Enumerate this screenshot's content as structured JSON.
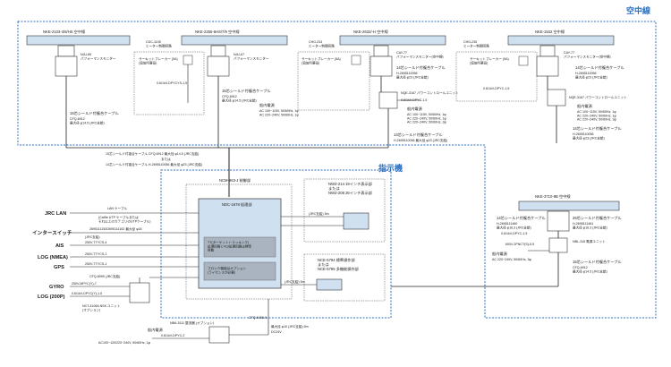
{
  "regions": {
    "aerial": "空中線",
    "display": "指示機"
  },
  "antennas": [
    {
      "title": "NKE-2103-4/6/HS 空中線",
      "monitor": "NJU-65\nパフォーマンスモニター",
      "cable": "15芯シールド付複合ケーブル",
      "cable_spec": "CFQ-6912\n最大径 φ14.5 (JRC支給)"
    },
    {
      "title": "NKE-2255-6HS/7/9 空中線",
      "heater": "CDC-1105\nヒーター制御回路",
      "monitor": "NJU-67\nパフォーマンスモニター",
      "breaker": "サーキットブレーカー (5A)\n(追加所要品)",
      "cable": "15芯シールド付複合ケーブル",
      "cable_spec": "CFQ-6912\n最大径 φ14.5 (JRC支給)",
      "power_cable": "0.6/1kV-DPYCYS-1.5",
      "power_label": "船内電源",
      "power_spec": "AC 100~115V, 50/60Hz, 1φ\nAC 220~240V, 50/60Hz, 1φ"
    },
    {
      "title": "NKE-2632/-H 空中線",
      "heater": "CHG-234\nヒーター制御回路",
      "monitor": "CAY-77\nパフォーマンスモニター(空中線)",
      "breaker": "サーキットブレーカー (5A)\n(追加所要品)",
      "cable": "14芯シールド付複合ケーブル",
      "cable_spec": "H-2695110056\n最大径 φ23 (JRC支給)",
      "pcu": "NQE-3167 パワーコントロールユニット",
      "power_cable": "0.6/1kV-DPYC-1.5",
      "power_label": "船内電源",
      "power_spec": "AC 100~115V, 50/60Hz, 1φ\nAC 220~240V, 50/60Hz, 1φ\nAC 220~240V, 50/60Hz, 3φ",
      "cable2": "14芯シールド付複合ケーブル",
      "cable2_spec": "H-2695110056 最大径 φ23 (JRC支給)"
    },
    {
      "title": "NKE-1532 空中線",
      "heater": "CHG-235\nヒーター制御回路",
      "monitor": "CAY-77\nパフォーマンスモニター(空中線)",
      "breaker": "サーキットブレーカー (5A)\n(追加所要品)",
      "cable": "14芯シールド付複合ケーブル",
      "cable_spec": "H-2695110056\n最大径 φ23 (JRC支給)",
      "pcu": "NQE-3167 パワーコントロールユニット",
      "power_cable": "0.6/1kV-DPYC-1.5",
      "power_label": "船内電源",
      "power_spec": "AC 100~115V, 50/60Hz, 1φ\nAC 220~240V, 50/60Hz, 1φ\nAC 220~240V, 50/60Hz, 3φ",
      "cable2": "14芯シールド付複合ケーブル",
      "cable2_spec": "H-2695110056\n最大径 φ23 (JRC支給)"
    },
    {
      "title": "NKE-3710-9B 空中線",
      "cable": "14芯シールド付複合ケーブル",
      "cable_spec": "H-2695111460\n最大径 φ16.3 (JRC支給)",
      "cable_b": "26芯シールド付複合ケーブル",
      "cable_b_spec": "H-2695111461\n最大径 φ16.3 (JRC支給)",
      "power_cable": "0.6/1kV-DPYC-1.5",
      "psu": "NBL-315 電源ユニット",
      "psu_cable": "600V-2PNCT(S)-5.5",
      "power_label": "船内電源",
      "power_spec": "AC 220~240V, 50/60Hz, 3φ",
      "cable_c": "15芯シールド付複合ケーブル",
      "cable_c_spec": "CFQ-6912\n最大径 φ14.5 (JRC支給)"
    }
  ],
  "trunk": {
    "line1": "15芯シールド付複合ケーブル CFQ-6912 最大径 φ14.5 (JRC支給)",
    "line2": "または",
    "line3": "14芯シールド付複合ケーブル H-2695110056 最大径 φ23 (JRC支給)"
  },
  "display": {
    "control_unit": "NCM-963-J 制御部",
    "processor": "NDC-1678 処理部",
    "tt_text": "TT(ターゲットトラッキング)\n処理回路と413処理回路は標準\n搭載",
    "option_text": "ブロック機能はオプション\n(ライセンスが必要)",
    "monitor_19": "NWZ-214 19インチ表示部\nまたは\nNWZ-208 26インチ表示部",
    "monitor_cable": "(JRC支給) 5m",
    "operation": "NCE-5794 標準操作部\nまたは\nNCE-5795 多機能操作部",
    "operation_cable": "(JRC支給) 5m"
  },
  "inputs": [
    {
      "name": "JRC LAN",
      "cable": "LAN ケーブル",
      "spec": ""
    },
    {
      "name": "インタースイッチ",
      "cable": "(Cat5e UTP ケーブルまたは\nそれ以上のカテゴリのUTPケーブル)",
      "spec": "2695111153/2695111162  最大径 φ18"
    },
    {
      "name": "AIS",
      "cable": "(JRC支給)",
      "spec": "250V-TTYCS-4"
    },
    {
      "name": "LOG (NMEA)",
      "cable": "250V-TTYCS-1",
      "spec": ""
    },
    {
      "name": "GPS",
      "cable": "250V-TTYCS-1",
      "spec": ""
    },
    {
      "name": "GYRO",
      "cable": "250V-MPYC(Y)-7",
      "spec": ""
    },
    {
      "name": "LOG (200P)",
      "cable": "0.6/1kV-DPYC(Y)-1.5",
      "spec": ""
    }
  ],
  "gyro_box": {
    "cable": "CFQ-6999 (JRC支給)",
    "unit": "NCT-4106A NSK.ユニット\n(オプション)"
  },
  "rectifier": {
    "name": "NBA-5111 整流器 (オプション)",
    "cable_top": "CFQ-5436-5",
    "power_label": "船内電源",
    "power_cable": "0.6/1kV-DPYC-2",
    "power_spec": "AC100~120/220~240V, 50/60Hz, 1φ",
    "out_spec": "最大径 φ10 (JRC支給) 5m",
    "out_v": "DC24V"
  },
  "colors": {
    "dashed_region": "#2e6fc0",
    "unit_fill": "#cfe0f0",
    "unit_grey": "#a9b4c0"
  }
}
